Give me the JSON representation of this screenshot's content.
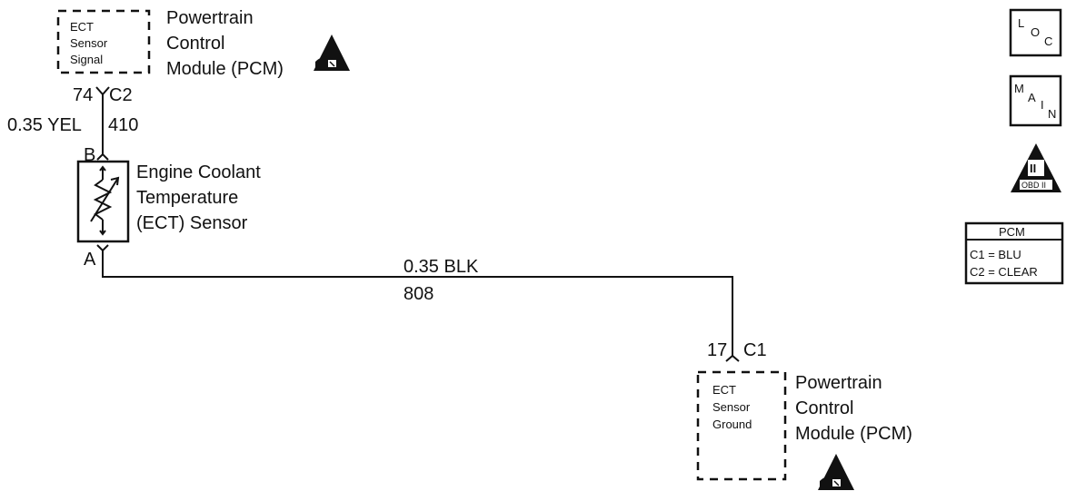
{
  "top_pcm": {
    "box_lines": [
      "ECT",
      "Sensor",
      "Signal"
    ],
    "name_lines": [
      "Powertrain",
      "Control",
      "Module (PCM)"
    ],
    "pin": "74",
    "connector": "C2"
  },
  "wire_signal": {
    "gauge_color": "0.35 YEL",
    "circuit": "410"
  },
  "sensor": {
    "pin_top": "B",
    "pin_bottom": "A",
    "name_lines": [
      "Engine Coolant",
      "Temperature",
      "(ECT) Sensor"
    ]
  },
  "wire_ground": {
    "gauge_color": "0.35 BLK",
    "circuit": "808"
  },
  "bottom_pcm": {
    "pin": "17",
    "connector": "C1",
    "box_lines": [
      "ECT",
      "Sensor",
      "Ground"
    ],
    "name_lines": [
      "Powertrain",
      "Control",
      "Module (PCM)"
    ]
  },
  "side_icons": {
    "loc": [
      "L",
      "O",
      "C"
    ],
    "main": [
      "M",
      "A",
      "I",
      "N"
    ],
    "obd": [
      "II",
      "OBD II"
    ]
  },
  "connector_legend": {
    "title": "PCM",
    "rows": [
      "C1 = BLU",
      "C2 = CLEAR"
    ]
  }
}
